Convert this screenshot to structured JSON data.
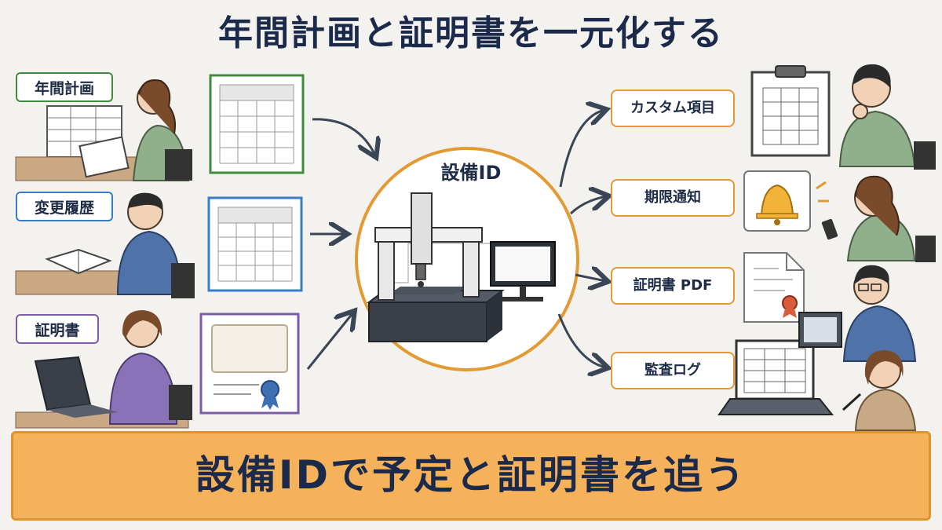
{
  "title": "年間計画と証明書を一元化する",
  "inputs": [
    {
      "label": "年間計画",
      "color": "#3f8a3c"
    },
    {
      "label": "変更履歴",
      "color": "#3a7cc1"
    },
    {
      "label": "証明書",
      "color": "#7c5ca8"
    }
  ],
  "hub": {
    "label": "設備ID",
    "color": "#e39a35"
  },
  "outputs": [
    {
      "label": "カスタム項目"
    },
    {
      "label": "期限通知"
    },
    {
      "label": "証明書 PDF"
    },
    {
      "label": "監査ログ"
    }
  ],
  "banner": {
    "text": "設備IDで予定と証明書を追う"
  },
  "colors": {
    "accent": "#e39a35",
    "navy": "#1b2a4a",
    "banner": "#f6b25a"
  }
}
